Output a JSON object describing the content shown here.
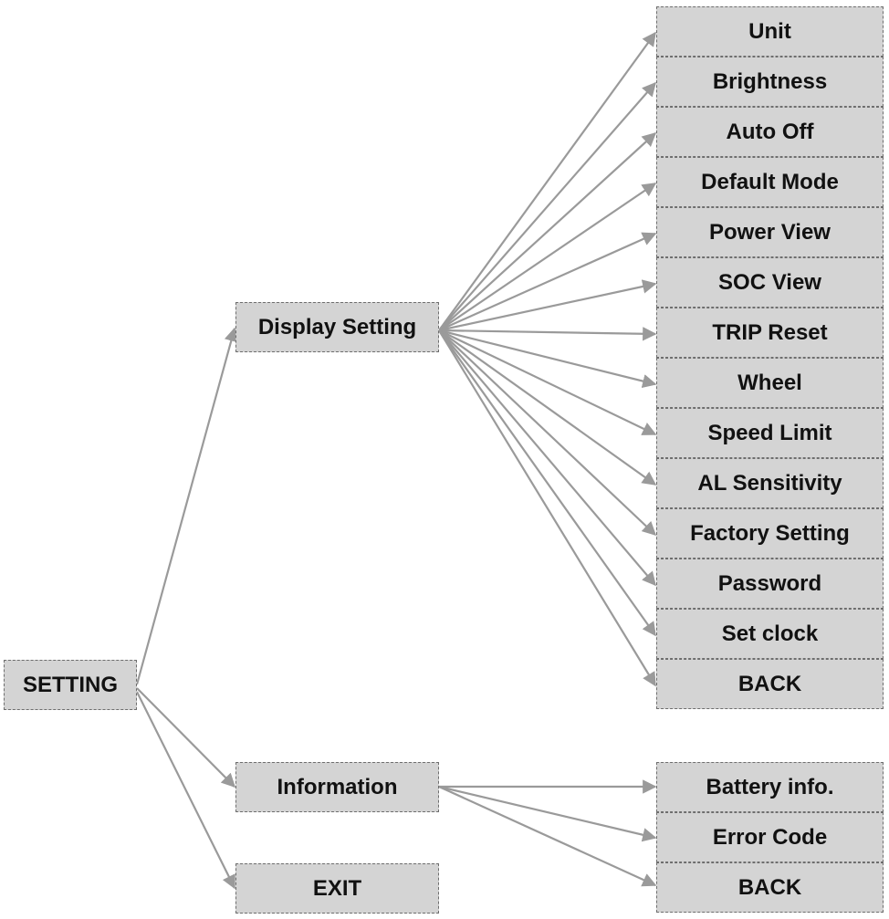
{
  "root": {
    "label": "SETTING"
  },
  "level1": {
    "display_setting": "Display Setting",
    "information": "Information",
    "exit": "EXIT"
  },
  "display_items": [
    "Unit",
    "Brightness",
    "Auto Off",
    "Default Mode",
    "Power View",
    "SOC View",
    "TRIP Reset",
    "Wheel",
    "Speed Limit",
    "AL Sensitivity",
    "Factory Setting",
    "Password",
    "Set clock",
    "BACK"
  ],
  "information_items": [
    "Battery info.",
    "Error Code",
    "BACK"
  ],
  "colors": {
    "box_fill": "#d4d4d4",
    "box_border": "#6e6e6e",
    "arrow": "#9a9a9a",
    "text": "#111111"
  }
}
